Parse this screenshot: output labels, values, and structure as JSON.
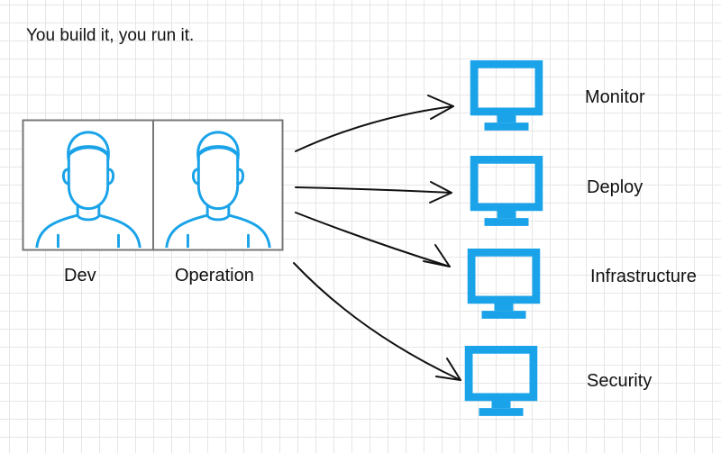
{
  "title": "You build it, you run it.",
  "people": [
    {
      "label": "Dev",
      "icon": "person-avatar-icon"
    },
    {
      "label": "Operation",
      "icon": "person-avatar-icon"
    }
  ],
  "targets": [
    {
      "label": "Monitor",
      "icon": "monitor-icon"
    },
    {
      "label": "Deploy",
      "icon": "monitor-icon"
    },
    {
      "label": "Infrastructure",
      "icon": "monitor-icon"
    },
    {
      "label": "Security",
      "icon": "monitor-icon"
    }
  ],
  "colors": {
    "accent": "#1aa3e8",
    "stroke": "#111111",
    "frame": "#777777"
  }
}
